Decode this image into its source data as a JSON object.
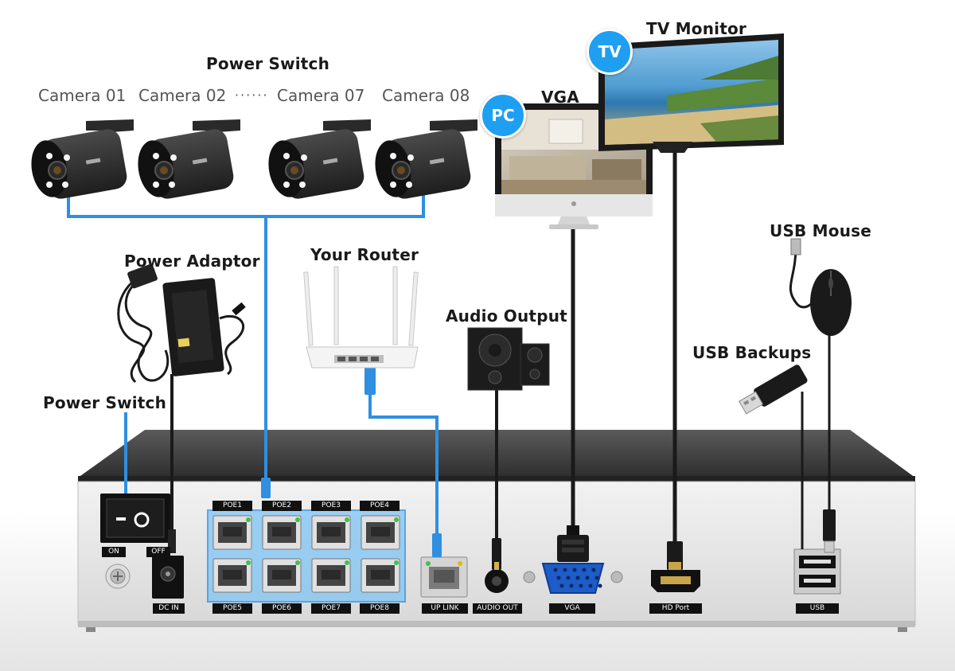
{
  "labels": {
    "power_switch_top": "Power Switch",
    "camera_01": "Camera 01",
    "camera_02": "Camera 02",
    "camera_dots": "······",
    "camera_07": "Camera 07",
    "camera_08": "Camera 08",
    "vga": "VGA",
    "tv_monitor": "TV Monitor",
    "pc_badge": "PC",
    "tv_badge": "TV",
    "power_adaptor": "Power Adaptor",
    "your_router": "Your Router",
    "audio_output": "Audio Output",
    "usb_mouse": "USB Mouse",
    "usb_backups": "USB Backups",
    "power_switch_side": "Power Switch"
  },
  "nvr_ports": {
    "on": "ON",
    "off": "OFF",
    "dc_in": "DC IN",
    "poe1": "POE1",
    "poe2": "POE2",
    "poe3": "POE3",
    "poe4": "POE4",
    "poe5": "POE5",
    "poe6": "POE6",
    "poe7": "POE7",
    "poe8": "POE8",
    "uplink": "UP LINK",
    "audio_out": "AUDIO OUT",
    "vga": "VGA",
    "hd_port": "HD Port",
    "usb": "USB"
  },
  "colors": {
    "cable_blue": "#2f8fe0",
    "cable_black": "#1a1a1a",
    "badge_blue": "#1e9ff2",
    "poe_highlight": "#7fc4f5",
    "nvr_body": "#3a3a3a",
    "nvr_panel": "#e6e6e6"
  }
}
